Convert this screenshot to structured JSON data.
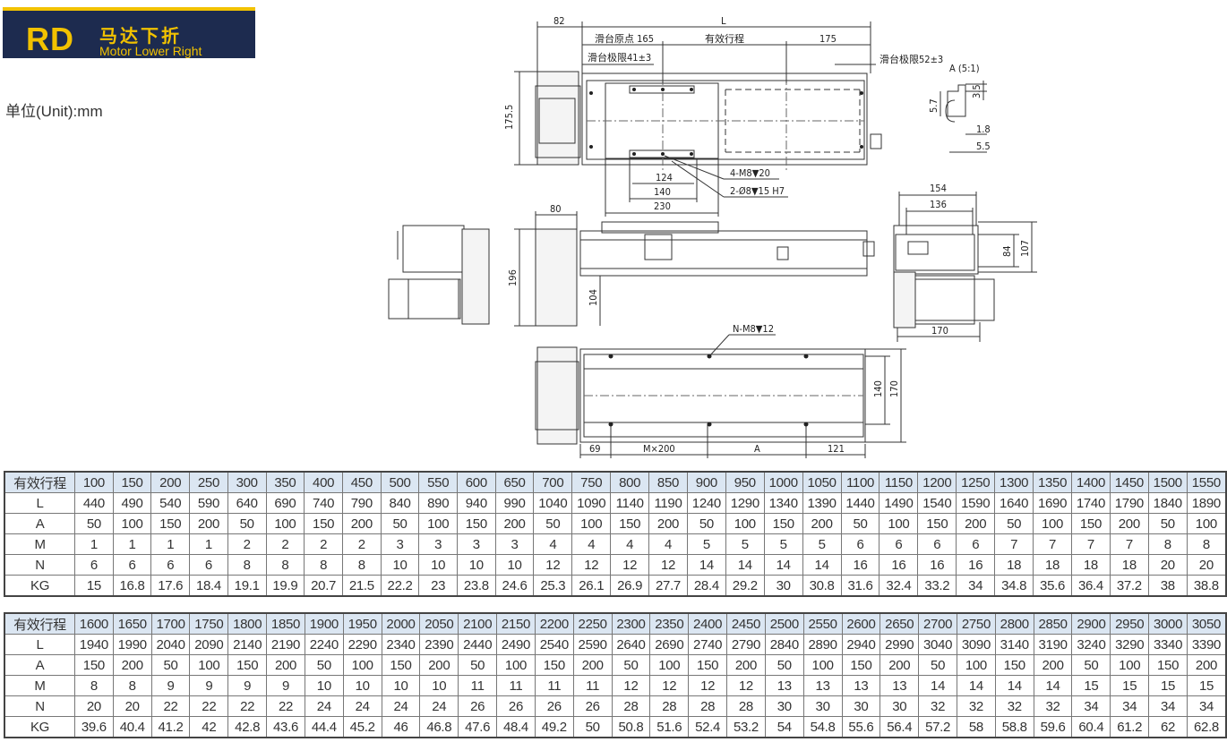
{
  "header": {
    "code": "RD",
    "title_cn": "马达下折",
    "title_en": "Motor Lower Right"
  },
  "unit_text": "单位(Unit):mm",
  "drawing": {
    "top_view": {
      "dim_82": "82",
      "dim_L": "L",
      "dim_origin": "滑台原点 165",
      "dim_stroke": "有效行程",
      "dim_175": "175",
      "limit_left": "滑台极限41±3",
      "limit_right": "滑台极限52±3",
      "dim_175_5": "175.5",
      "dim_124": "124",
      "dim_140": "140",
      "dim_230": "230",
      "note_m8": "4-M8▼20",
      "note_pin": "2-Ø8▼15 H7"
    },
    "detail": {
      "label": "A (5:1)",
      "d35": "3.5",
      "d57": "5.7",
      "d18": "1.8",
      "d55": "5.5"
    },
    "side_view": {
      "dim_80": "80",
      "dim_196": "196",
      "dim_104": "104"
    },
    "end_view": {
      "dim_154": "154",
      "dim_136": "136",
      "dim_84": "84",
      "dim_107": "107",
      "dim_170": "170"
    },
    "bottom_view": {
      "note_n": "N-M8▼12",
      "dim_69": "69",
      "dim_m200": "M×200",
      "dim_a": "A",
      "dim_121": "121",
      "dim_140": "140",
      "dim_170": "170"
    }
  },
  "table1": {
    "rows": [
      {
        "label": "有效行程",
        "values": [
          "100",
          "150",
          "200",
          "250",
          "300",
          "350",
          "400",
          "450",
          "500",
          "550",
          "600",
          "650",
          "700",
          "750",
          "800",
          "850",
          "900",
          "950",
          "1000",
          "1050",
          "1100",
          "1150",
          "1200",
          "1250",
          "1300",
          "1350",
          "1400",
          "1450",
          "1500",
          "1550"
        ]
      },
      {
        "label": "L",
        "values": [
          "440",
          "490",
          "540",
          "590",
          "640",
          "690",
          "740",
          "790",
          "840",
          "890",
          "940",
          "990",
          "1040",
          "1090",
          "1140",
          "1190",
          "1240",
          "1290",
          "1340",
          "1390",
          "1440",
          "1490",
          "1540",
          "1590",
          "1640",
          "1690",
          "1740",
          "1790",
          "1840",
          "1890"
        ]
      },
      {
        "label": "A",
        "values": [
          "50",
          "100",
          "150",
          "200",
          "50",
          "100",
          "150",
          "200",
          "50",
          "100",
          "150",
          "200",
          "50",
          "100",
          "150",
          "200",
          "50",
          "100",
          "150",
          "200",
          "50",
          "100",
          "150",
          "200",
          "50",
          "100",
          "150",
          "200",
          "50",
          "100"
        ]
      },
      {
        "label": "M",
        "values": [
          "1",
          "1",
          "1",
          "1",
          "2",
          "2",
          "2",
          "2",
          "3",
          "3",
          "3",
          "3",
          "4",
          "4",
          "4",
          "4",
          "5",
          "5",
          "5",
          "5",
          "6",
          "6",
          "6",
          "6",
          "7",
          "7",
          "7",
          "7",
          "8",
          "8"
        ]
      },
      {
        "label": "N",
        "values": [
          "6",
          "6",
          "6",
          "6",
          "8",
          "8",
          "8",
          "8",
          "10",
          "10",
          "10",
          "10",
          "12",
          "12",
          "12",
          "12",
          "14",
          "14",
          "14",
          "14",
          "16",
          "16",
          "16",
          "16",
          "18",
          "18",
          "18",
          "18",
          "20",
          "20"
        ]
      },
      {
        "label": "KG",
        "values": [
          "15",
          "16.8",
          "17.6",
          "18.4",
          "19.1",
          "19.9",
          "20.7",
          "21.5",
          "22.2",
          "23",
          "23.8",
          "24.6",
          "25.3",
          "26.1",
          "26.9",
          "27.7",
          "28.4",
          "29.2",
          "30",
          "30.8",
          "31.6",
          "32.4",
          "33.2",
          "34",
          "34.8",
          "35.6",
          "36.4",
          "37.2",
          "38",
          "38.8"
        ]
      }
    ]
  },
  "table2": {
    "rows": [
      {
        "label": "有效行程",
        "values": [
          "1600",
          "1650",
          "1700",
          "1750",
          "1800",
          "1850",
          "1900",
          "1950",
          "2000",
          "2050",
          "2100",
          "2150",
          "2200",
          "2250",
          "2300",
          "2350",
          "2400",
          "2450",
          "2500",
          "2550",
          "2600",
          "2650",
          "2700",
          "2750",
          "2800",
          "2850",
          "2900",
          "2950",
          "3000",
          "3050"
        ]
      },
      {
        "label": "L",
        "values": [
          "1940",
          "1990",
          "2040",
          "2090",
          "2140",
          "2190",
          "2240",
          "2290",
          "2340",
          "2390",
          "2440",
          "2490",
          "2540",
          "2590",
          "2640",
          "2690",
          "2740",
          "2790",
          "2840",
          "2890",
          "2940",
          "2990",
          "3040",
          "3090",
          "3140",
          "3190",
          "3240",
          "3290",
          "3340",
          "3390"
        ]
      },
      {
        "label": "A",
        "values": [
          "150",
          "200",
          "50",
          "100",
          "150",
          "200",
          "50",
          "100",
          "150",
          "200",
          "50",
          "100",
          "150",
          "200",
          "50",
          "100",
          "150",
          "200",
          "50",
          "100",
          "150",
          "200",
          "50",
          "100",
          "150",
          "200",
          "50",
          "100",
          "150",
          "200"
        ]
      },
      {
        "label": "M",
        "values": [
          "8",
          "8",
          "9",
          "9",
          "9",
          "9",
          "10",
          "10",
          "10",
          "10",
          "11",
          "11",
          "11",
          "11",
          "12",
          "12",
          "12",
          "12",
          "13",
          "13",
          "13",
          "13",
          "14",
          "14",
          "14",
          "14",
          "15",
          "15",
          "15",
          "15"
        ]
      },
      {
        "label": "N",
        "values": [
          "20",
          "20",
          "22",
          "22",
          "22",
          "22",
          "24",
          "24",
          "24",
          "24",
          "26",
          "26",
          "26",
          "26",
          "28",
          "28",
          "28",
          "28",
          "30",
          "30",
          "30",
          "30",
          "32",
          "32",
          "32",
          "32",
          "34",
          "34",
          "34",
          "34"
        ]
      },
      {
        "label": "KG",
        "values": [
          "39.6",
          "40.4",
          "41.2",
          "42",
          "42.8",
          "43.6",
          "44.4",
          "45.2",
          "46",
          "46.8",
          "47.6",
          "48.4",
          "49.2",
          "50",
          "50.8",
          "51.6",
          "52.4",
          "53.2",
          "54",
          "54.8",
          "55.6",
          "56.4",
          "57.2",
          "58",
          "58.8",
          "59.6",
          "60.4",
          "61.2",
          "62",
          "62.8"
        ]
      }
    ]
  }
}
